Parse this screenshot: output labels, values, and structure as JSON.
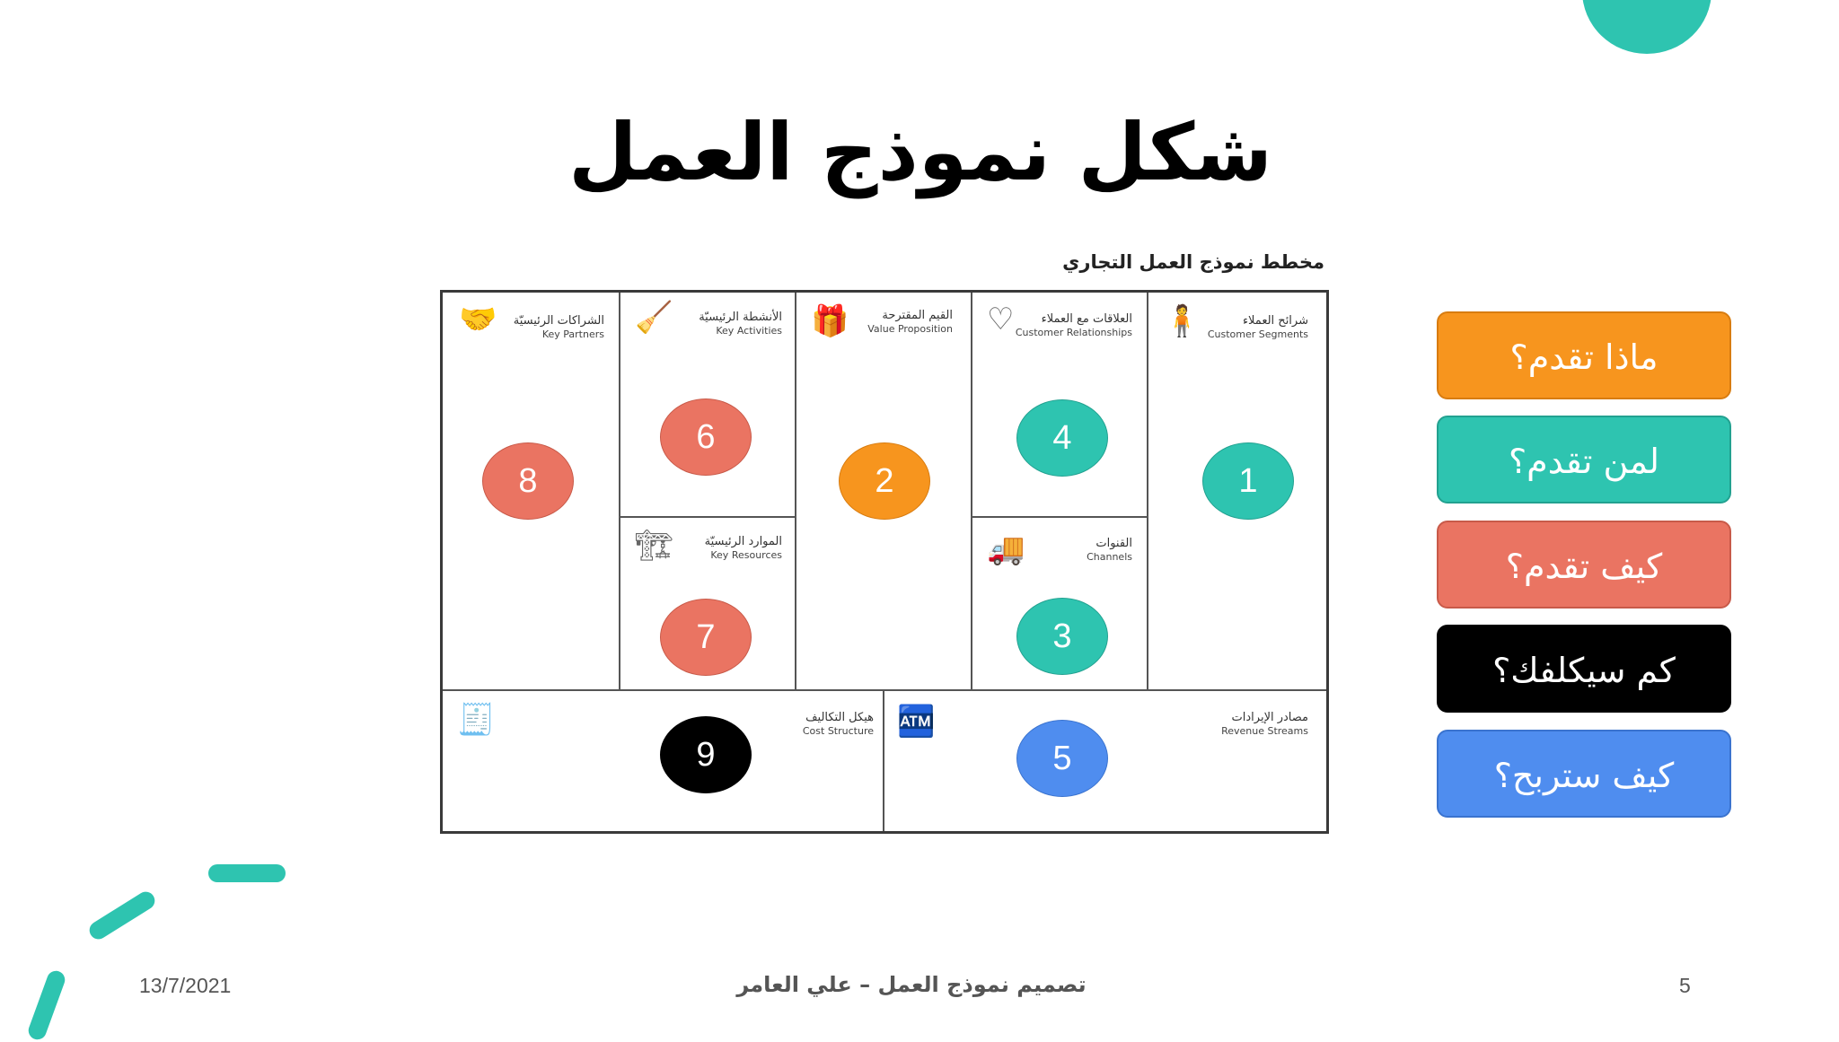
{
  "title": "شكل نموذج العمل",
  "canvas": {
    "title": "مخطط نموذج العمل التجاري",
    "cells": [
      {
        "ar": "الشراكات الرئيسيّة",
        "en": "Key Partners",
        "icon": "handshake-icon"
      },
      {
        "ar": "الأنشطة الرئيسيّة",
        "en": "Key Activities",
        "icon": "worker-icon"
      },
      {
        "ar": "الموارد الرئيسيّة",
        "en": "Key Resources",
        "icon": "resources-icon"
      },
      {
        "ar": "القيم المقترحة",
        "en": "Value Proposition",
        "icon": "gift-icon"
      },
      {
        "ar": "العلاقات مع العملاء",
        "en": "Customer Relationships",
        "icon": "heart-icon"
      },
      {
        "ar": "القنوات",
        "en": "Channels",
        "icon": "truck-icon"
      },
      {
        "ar": "شرائح العملاء",
        "en": "Customer Segments",
        "icon": "person-icon"
      },
      {
        "ar": "هيكل التكاليف",
        "en": "Cost Structure",
        "icon": "receipt-icon"
      },
      {
        "ar": "مصادر الإيرادات",
        "en": "Revenue Streams",
        "icon": "cash-register-icon"
      }
    ],
    "numbers": [
      "1",
      "2",
      "3",
      "4",
      "5",
      "6",
      "7",
      "8",
      "9"
    ]
  },
  "questions": [
    {
      "label": "ماذا تقدم؟",
      "color": "#f7951e"
    },
    {
      "label": "لمن تقدم؟",
      "color": "#2ec4b0"
    },
    {
      "label": "كيف تقدم؟",
      "color": "#ea7462"
    },
    {
      "label": "كم سيكلفك؟",
      "color": "#000000"
    },
    {
      "label": "كيف ستربح؟",
      "color": "#4f8def"
    }
  ],
  "footer": {
    "date": "13/7/2021",
    "center": "تصميم نموذج العمل – علي العامر",
    "page": "5"
  },
  "colors": {
    "accent": "#2ec4b0"
  }
}
